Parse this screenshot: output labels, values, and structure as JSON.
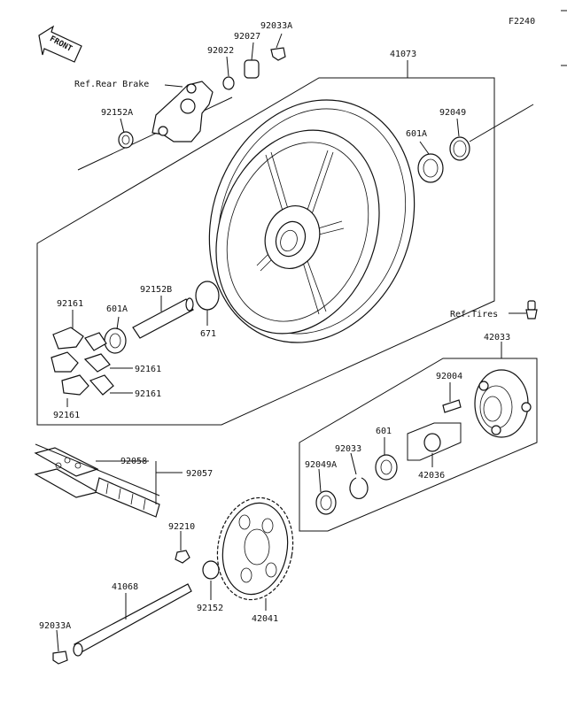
{
  "figure_code": "F2240",
  "front_label": "FRONT",
  "labels": {
    "p92033A_top": "92033A",
    "p92027": "92027",
    "p92022": "92022",
    "p41073": "41073",
    "ref_rear_brake": "Ref.Rear Brake",
    "p92152A": "92152A",
    "p92049": "92049",
    "p601A_right": "601A",
    "p92161_tl": "92161",
    "p601A_left": "601A",
    "p92152B": "92152B",
    "p92161_r1": "92161",
    "p92161_r2": "92161",
    "p92161_bl": "92161",
    "p671": "671",
    "ref_tires": "Ref.Tires",
    "p42033": "42033",
    "p92004": "92004",
    "p601": "601",
    "p92033": "92033",
    "p92049A": "92049A",
    "p42036": "42036",
    "p92058": "92058",
    "p92057": "92057",
    "p92210": "92210",
    "p41068": "41068",
    "p92152": "92152",
    "p42041": "42041",
    "p92033A_bottom": "92033A"
  }
}
